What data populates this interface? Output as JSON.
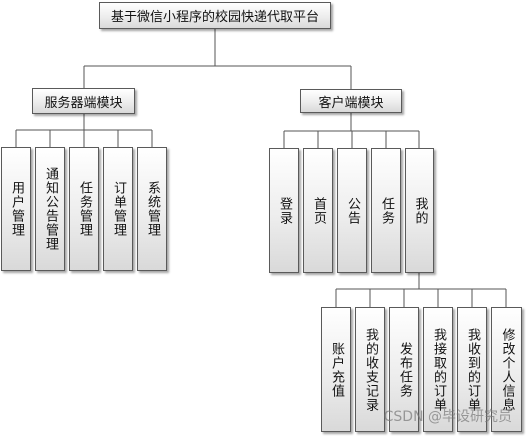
{
  "diagram": {
    "root": {
      "label": "基于微信小程序的校园快递代取平台"
    },
    "branches": [
      {
        "label": "服务器端模块",
        "children": [
          "用户管理",
          "通知公告管理",
          "任务管理",
          "订单管理",
          "系统管理"
        ]
      },
      {
        "label": "客户端模块",
        "children": [
          "登录",
          "首页",
          "公告",
          "任务",
          "我的"
        ],
        "sub": {
          "parent": "我的",
          "children": [
            "账户充值",
            "我的收支记录",
            "发布任务",
            "我接取的订单",
            "我收到的订单",
            "修改个人信息"
          ]
        }
      }
    ]
  },
  "watermark": "CSDN @毕设研究员"
}
